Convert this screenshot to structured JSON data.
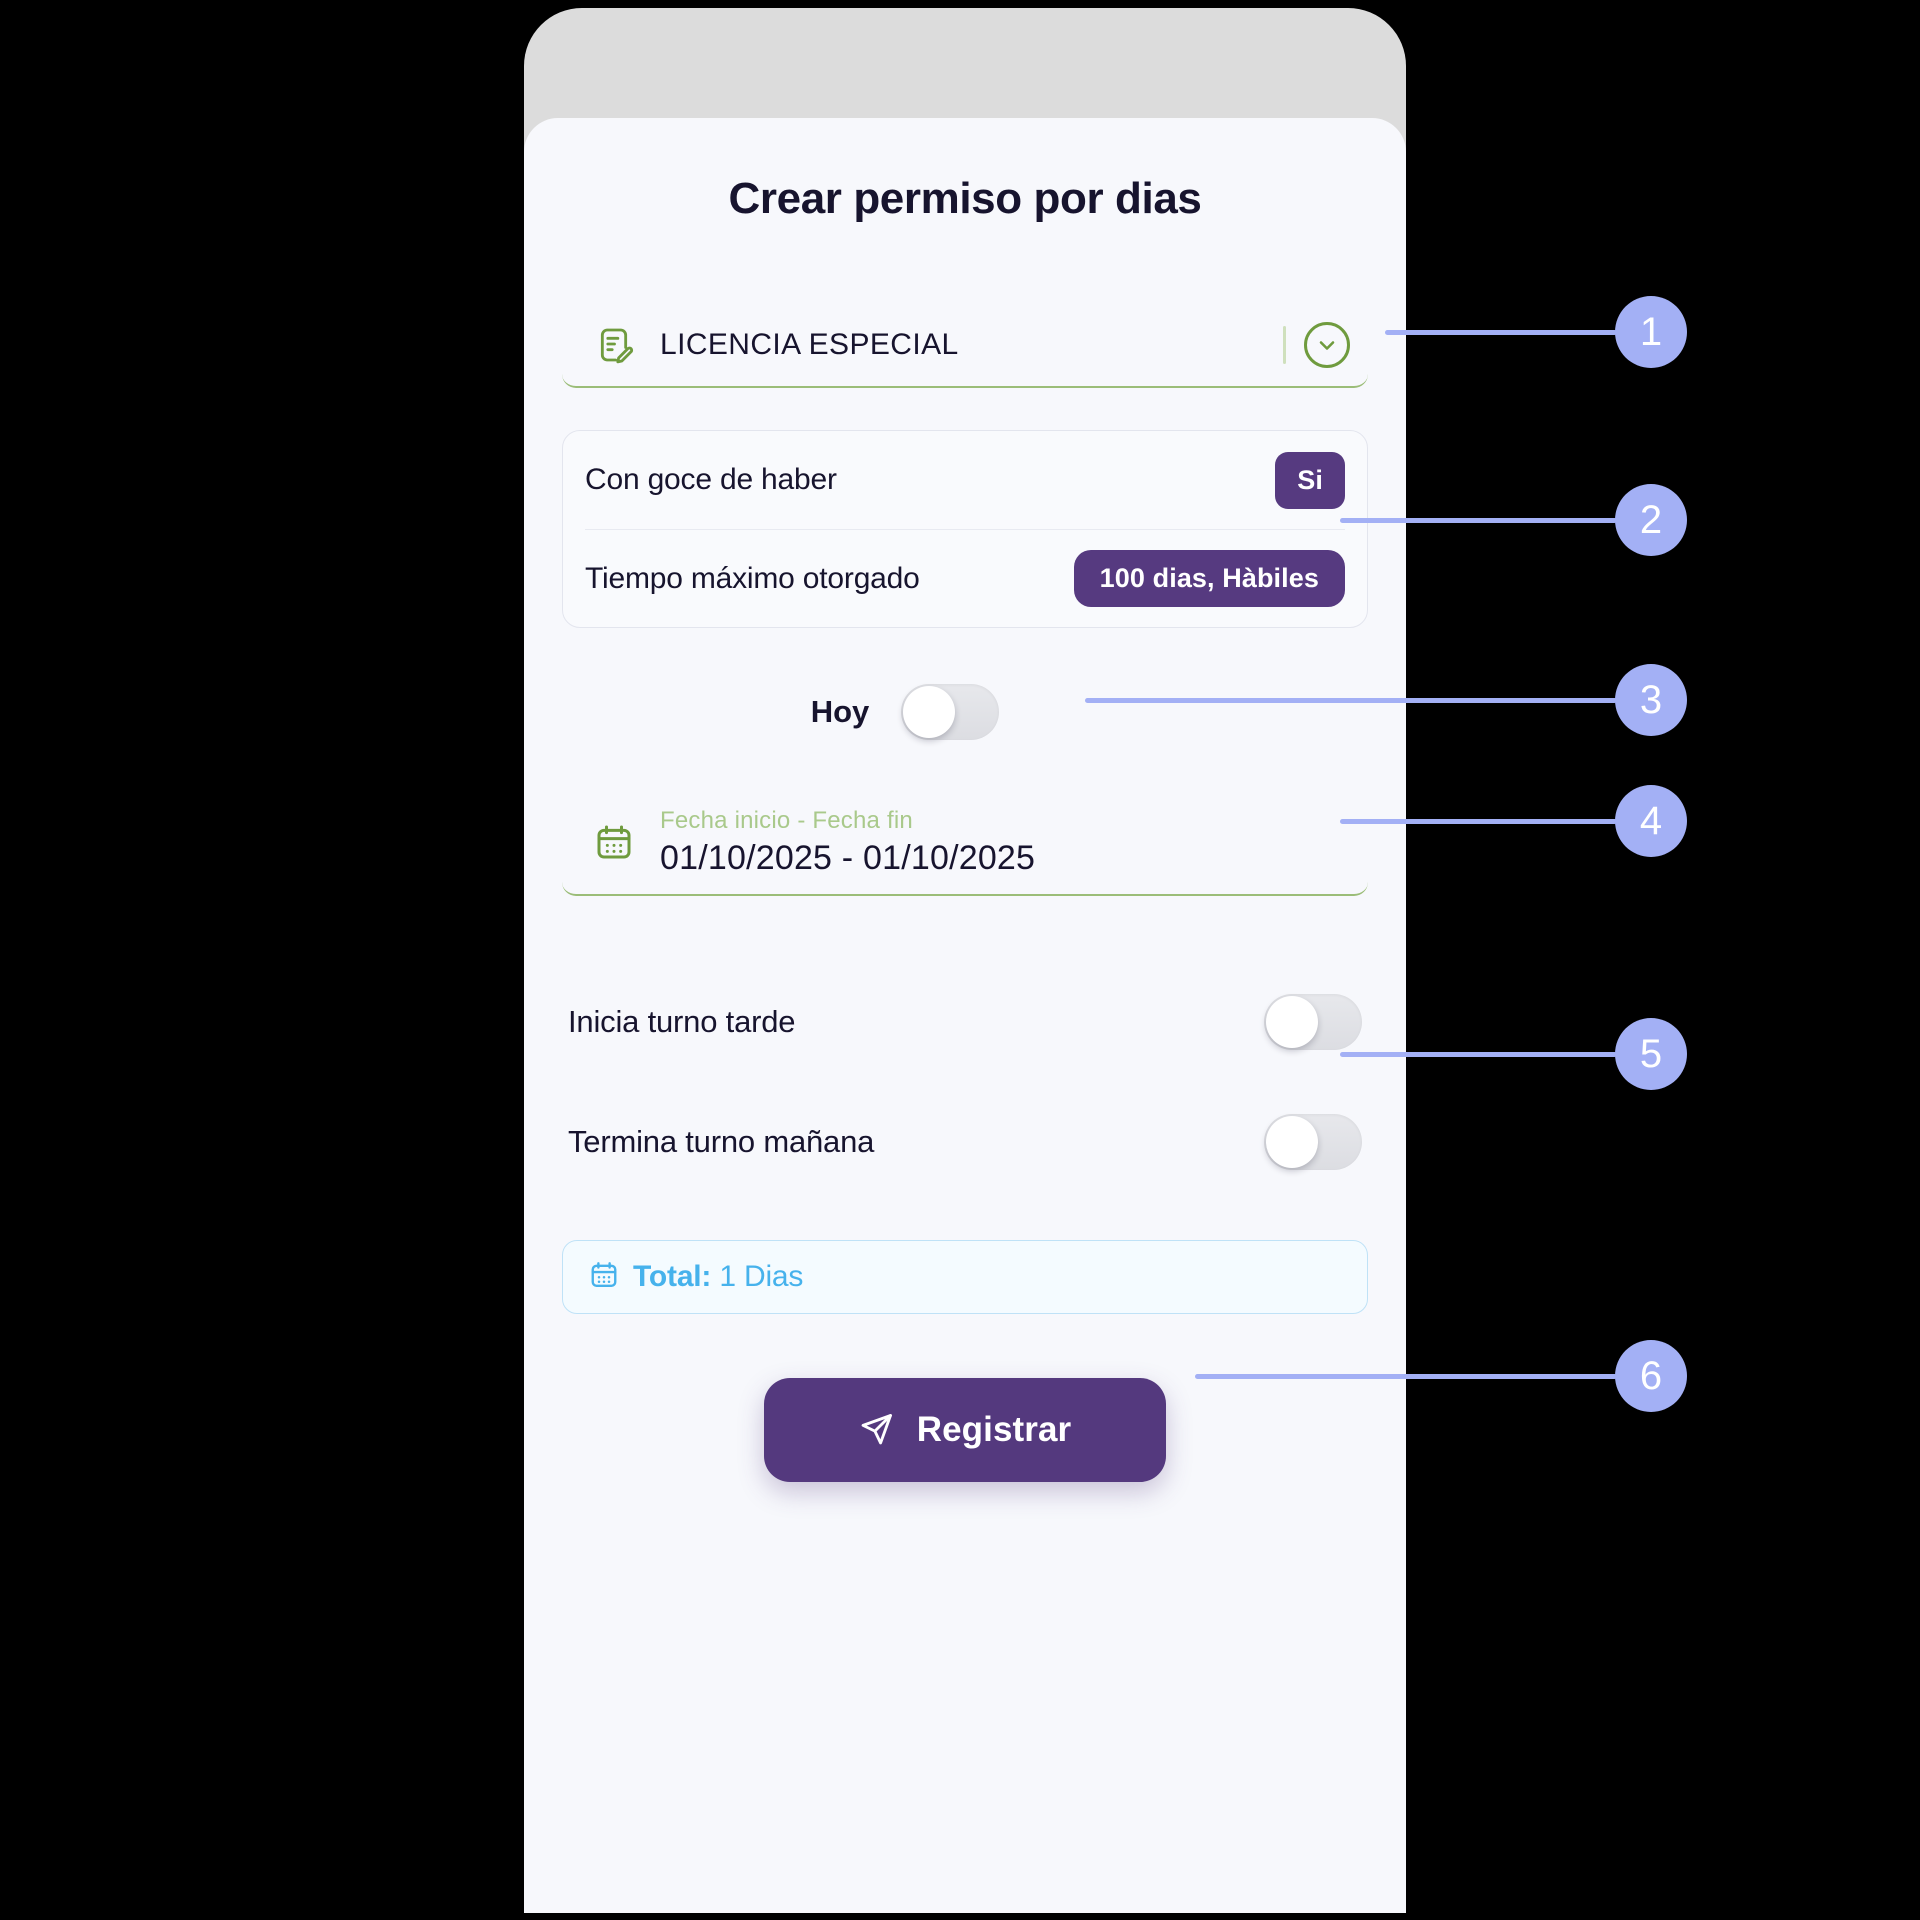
{
  "screen": {
    "title": "Crear permiso por dias"
  },
  "permission_type": {
    "icon": "document-edit-icon",
    "value": "LICENCIA ESPECIAL",
    "dropdown_icon": "chevron-down-circle-icon"
  },
  "info_card": {
    "rows": [
      {
        "label": "Con goce de haber",
        "value": "Si"
      },
      {
        "label": "Tiempo máximo otorgado",
        "value": "100 dias, Hàbiles"
      }
    ]
  },
  "today_toggle": {
    "label": "Hoy",
    "state": "off"
  },
  "date_range": {
    "icon": "calendar-icon",
    "label": "Fecha inicio - Fecha fin",
    "value": "01/10/2025 - 01/10/2025"
  },
  "shift_toggles": [
    {
      "label": "Inicia turno tarde",
      "state": "off"
    },
    {
      "label": "Termina turno mañana",
      "state": "off"
    }
  ],
  "total": {
    "icon": "calendar-icon",
    "prefix": "Total:",
    "value": "1 Dias"
  },
  "submit": {
    "icon": "send-icon",
    "label": "Registrar"
  },
  "callouts": [
    {
      "number": "1"
    },
    {
      "number": "2"
    },
    {
      "number": "3"
    },
    {
      "number": "4"
    },
    {
      "number": "5"
    },
    {
      "number": "6"
    }
  ],
  "colors": {
    "accent_purple": "#54397e",
    "accent_green": "#6f9b3e",
    "accent_blue": "#46b2ec",
    "callout": "#a3b0f5",
    "screen_bg": "#f7f8fc",
    "text": "#17142e"
  }
}
